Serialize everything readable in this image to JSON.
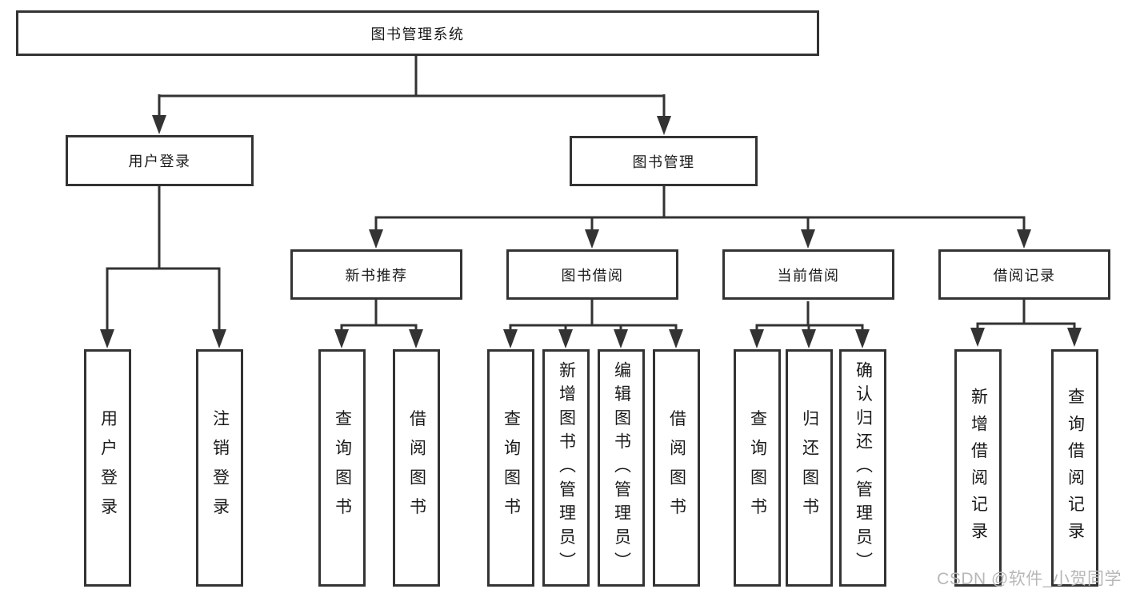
{
  "diagram": {
    "root": {
      "label": "图书管理系统"
    },
    "level2": [
      {
        "label": "用户登录"
      },
      {
        "label": "图书管理"
      }
    ],
    "level3": [
      {
        "label": "新书推荐"
      },
      {
        "label": "图书借阅"
      },
      {
        "label": "当前借阅"
      },
      {
        "label": "借阅记录"
      }
    ],
    "leaves": {
      "user_login": [
        "用户登录",
        "注销登录"
      ],
      "new_book_recommend": [
        "查询图书",
        "借阅图书"
      ],
      "book_borrow": [
        "查询图书",
        "新增图书（管理员）",
        "编辑图书（管理员）",
        "借阅图书"
      ],
      "current_borrow": [
        "查询图书",
        "归还图书",
        "确认归还（管理员）"
      ],
      "borrow_records": [
        "新增借阅记录",
        "查询借阅记录"
      ]
    }
  },
  "watermark": {
    "text": "CSDN @软件_小贺同学"
  },
  "colors": {
    "line": "#333333",
    "node_border": "#333333",
    "text": "#1a1a1a",
    "watermark": "#b7b7b7",
    "background": "#ffffff"
  }
}
